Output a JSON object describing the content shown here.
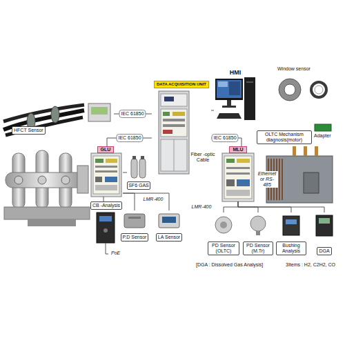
{
  "diagram": {
    "nodes": [
      {
        "text": [
          "HFCT Sensor"
        ]
      },
      {
        "text": [
          "DATA ACQUISITION UNIT"
        ]
      },
      {
        "text": [
          "HMI"
        ]
      },
      {
        "text": [
          "GLU"
        ]
      },
      {
        "text": [
          "SF6 GAS"
        ]
      },
      {
        "text": [
          "CB -Analysis"
        ]
      },
      {
        "text": [
          "P.D Sensor"
        ]
      },
      {
        "text": [
          "LA Sensor"
        ]
      },
      {
        "text": [
          "MLU"
        ]
      },
      {
        "text": [
          "PD Sensor (OLTC)"
        ]
      },
      {
        "text": [
          "PD Sensor (M.Tr)"
        ]
      },
      {
        "text": [
          "Bushing Analysis"
        ]
      },
      {
        "text": [
          "DGA"
        ]
      }
    ],
    "edges": [
      {
        "from": 0,
        "to": 1,
        "label": "IEC 61850",
        "arrow": "none"
      },
      {
        "from": 1,
        "to": 2,
        "arrow": "none"
      },
      {
        "from": 1,
        "to": 3,
        "label": "IEC 61850",
        "arrow": "none"
      },
      {
        "from": 1,
        "to": 8,
        "label": "IEC 61850",
        "arrow": "none"
      },
      {
        "from": 3,
        "to": 4,
        "arrow": "none"
      },
      {
        "from": 3,
        "to": 5,
        "arrow": "none"
      },
      {
        "from": 3,
        "to": 6,
        "label": "LMR-400",
        "arrow": "none"
      },
      {
        "from": 3,
        "to": 7,
        "arrow": "none"
      },
      {
        "from": 8,
        "to": 9,
        "label": "LMR-400",
        "arrow": "none"
      },
      {
        "from": 8,
        "to": 10,
        "arrow": "none"
      },
      {
        "from": 8,
        "to": 11,
        "arrow": "none"
      },
      {
        "from": 8,
        "to": 12,
        "arrow": "none"
      }
    ],
    "labels": [
      "Window sensor",
      "Fiber -optic Cable",
      "OLTC Mechanism diagnosis(motor)",
      "Adapter",
      "Ethernet or RS-485",
      "PoE",
      "[DGA : Dissolved Gas Analysis]",
      "3Items : H2, C2H2, CO"
    ]
  }
}
